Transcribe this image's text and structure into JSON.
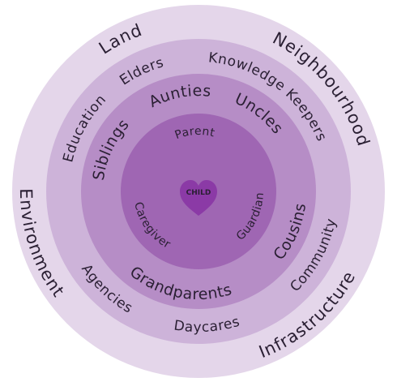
{
  "colors": {
    "ring_outer": "#e4d6ea",
    "ring_second": "#cdb3d9",
    "ring_third": "#b68dc6",
    "ring_inner": "#9f66b3",
    "heart": "#8b3aa6",
    "text": "#2a1f33"
  },
  "center": {
    "icon": "heart-icon",
    "label": "CHILD"
  },
  "rings": {
    "outer": {
      "land": "Land",
      "neighbourhood": "Neighbourhood",
      "infrastructure": "Infrastructure",
      "environment": "Environment"
    },
    "second": {
      "elders": "Elders",
      "knowledge_keepers": "Knowledge Keepers",
      "community": "Community",
      "daycares": "Daycares",
      "agencies": "Agencies",
      "education": "Education"
    },
    "third": {
      "aunties": "Aunties",
      "uncles": "Uncles",
      "cousins": "Cousins",
      "grandparents": "Grandparents",
      "siblings": "Siblings"
    },
    "inner": {
      "parent": "Parent",
      "guardian": "Guardian",
      "caregiver": "Caregiver"
    }
  }
}
